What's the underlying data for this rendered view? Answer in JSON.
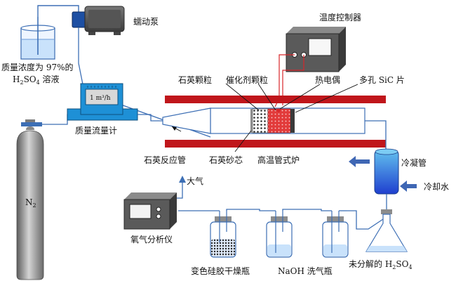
{
  "labels": {
    "acid_beaker": "质量浓度为 97%的",
    "acid_beaker_line2_prefix": "H",
    "acid_beaker_line2_sub1": "2",
    "acid_beaker_line2_mid": "SO",
    "acid_beaker_line2_sub2": "4",
    "acid_beaker_line2_suffix": " 溶液",
    "peristaltic_pump": "蠕动泵",
    "temp_controller": "温度控制器",
    "mass_flow_meter": "质量流量计",
    "mfc_display": "1 m³/h",
    "n2_prefix": "N",
    "n2_sub": "2",
    "quartz_particles": "石英颗粒",
    "catalyst_particles": "催化剂颗粒",
    "thermocouple": "热电偶",
    "porous_sic": "多孔 SiC 片",
    "quartz_reactor": "石英反应管",
    "quartz_sand_core": "石英砂芯",
    "tube_furnace": "高温管式炉",
    "condenser": "冷凝管",
    "coolant": "冷却水",
    "atmosphere": "大气",
    "oxygen_analyzer": "氧气分析仪",
    "silica_gel_bottle": "变色硅胶干燥瓶",
    "naoh_bottle": "NaOH 洗气瓶",
    "undecomposed_prefix": "未分解的 H",
    "undecomposed_sub1": "2",
    "undecomposed_mid": "SO",
    "undecomposed_sub2": "4"
  },
  "colors": {
    "furnace": "#c0161b",
    "tube_line": "#3d6fb5",
    "heater_wire": "#d8262a",
    "mfc_blue": "#1e90d6",
    "condenser_top": "#56b4e9",
    "condenser_bottom": "#1f4fc9",
    "device_gray": "#4b4b4b",
    "arrow_blue": "#3f67b4"
  }
}
